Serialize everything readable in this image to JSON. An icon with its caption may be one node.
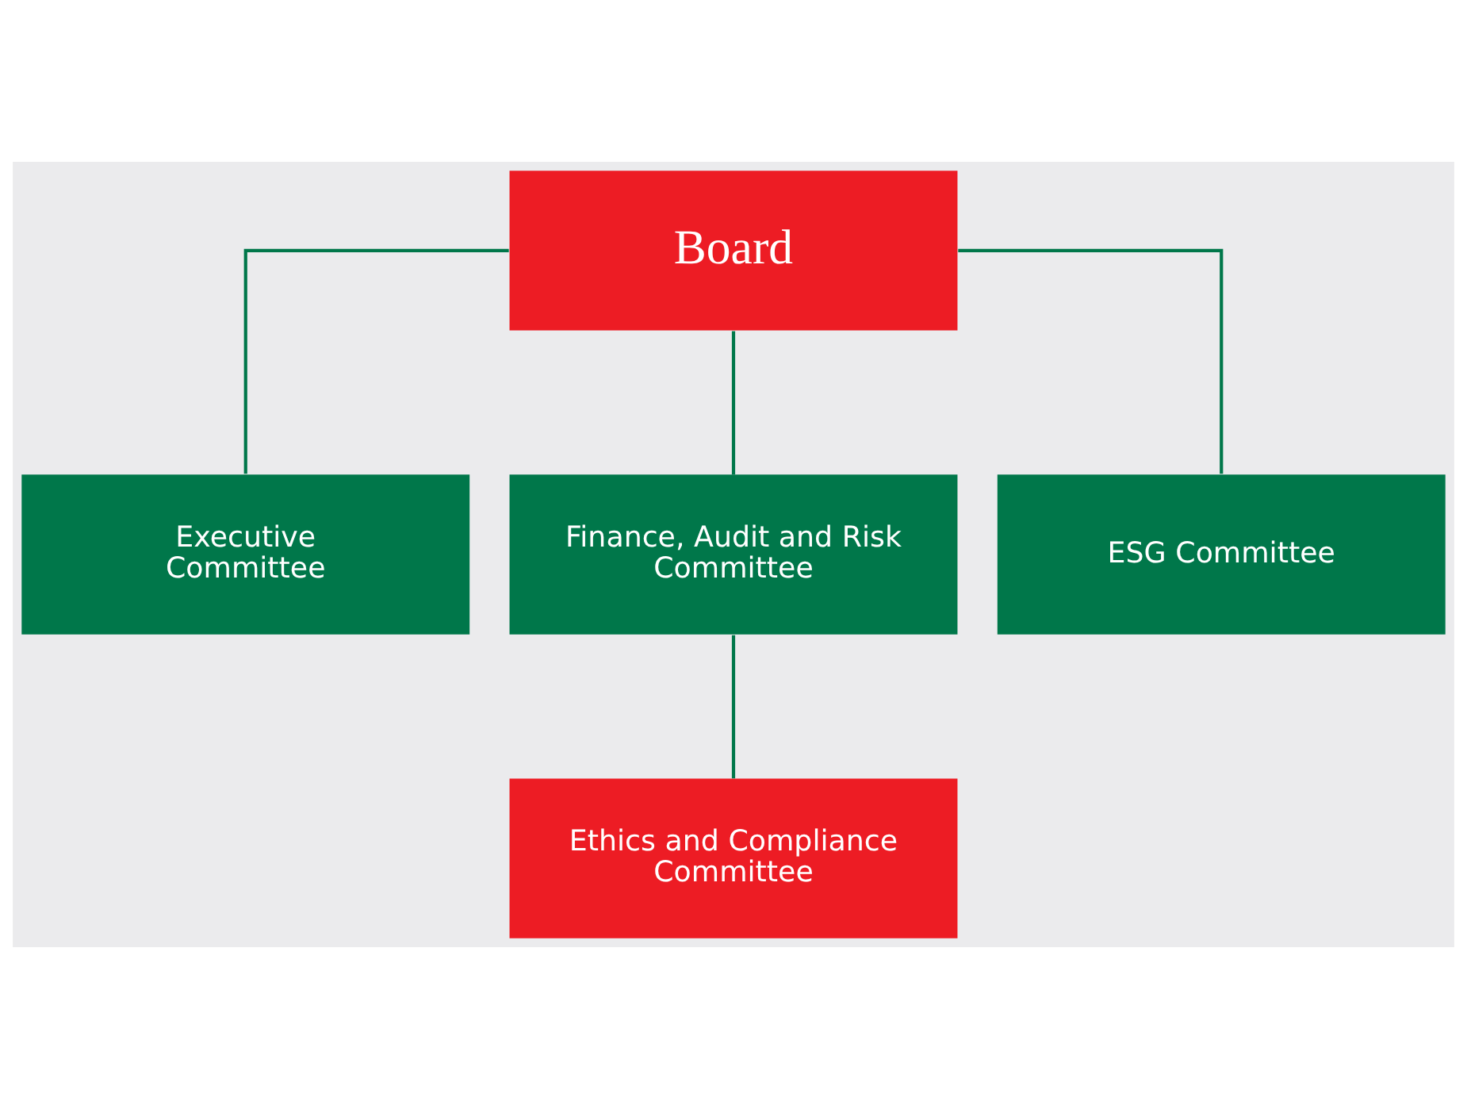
{
  "diagram": {
    "nodes": [
      {
        "text": [
          "Board"
        ]
      },
      {
        "text": [
          "Executive Committee"
        ]
      },
      {
        "text": [
          "Finance, Audit and Risk Committee"
        ]
      },
      {
        "text": [
          "ESG Committee"
        ]
      },
      {
        "text": [
          "Ethics and Compliance Committee"
        ]
      }
    ],
    "edges": [
      {
        "from": 0,
        "to": 1,
        "arrow": "none"
      },
      {
        "from": 0,
        "to": 2,
        "arrow": "none"
      },
      {
        "from": 0,
        "to": 3,
        "arrow": "none"
      },
      {
        "from": 2,
        "to": 4,
        "arrow": "none"
      }
    ]
  }
}
